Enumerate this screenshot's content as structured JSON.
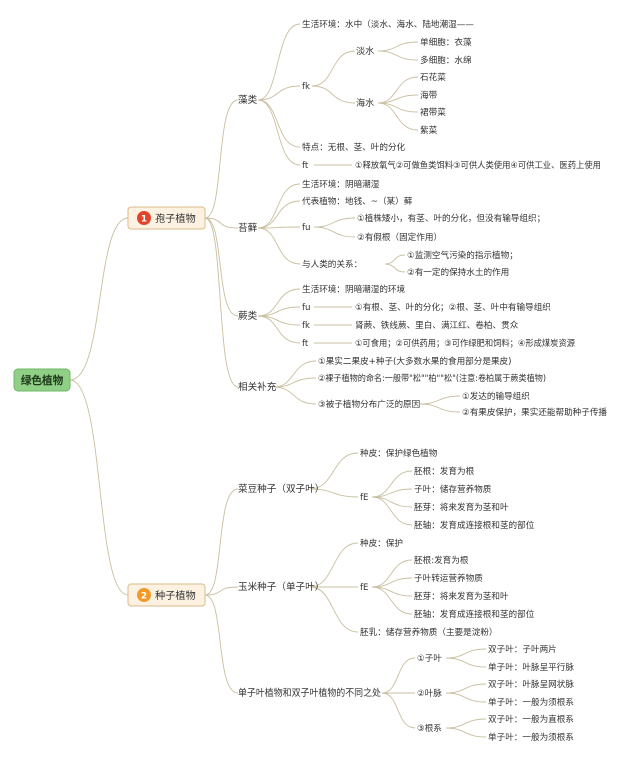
{
  "colors": {
    "root_fill": "#8fcf86",
    "category_fill": "#fdf2e2",
    "badge_spore": "#e2432a",
    "badge_seed": "#f29a28",
    "connector": "#c9bfa0"
  },
  "root": {
    "label": "绿色植物"
  },
  "spore": {
    "number": "1",
    "label": "孢子植物",
    "algae": {
      "label": "藻类",
      "env": "生活环境：水中（淡水、海水、陆地潮湿——",
      "fk": "fk",
      "fresh": {
        "label": "淡水",
        "items": [
          "单细胞：衣藻",
          "多细胞：水绵"
        ]
      },
      "sea": {
        "label": "海水",
        "items": [
          "石花菜",
          "海带",
          "裙带菜",
          "紫菜"
        ]
      },
      "trait": "特点：无根、茎、叶的分化",
      "ft": "ft",
      "ft_text": "①释放氧气②可做鱼类饵料③可供人类使用④可供工业、医药上使用"
    },
    "moss": {
      "label": "苔藓",
      "env": "生活环境：阴暗潮湿",
      "rep": "代表植物：地钱、~（某）藓",
      "fu": "fu",
      "fu_items": [
        "①植株矮小，有茎、叶的分化，但没有输导组织；",
        "②有假根（固定作用）"
      ],
      "rel": "与人类的关系：",
      "rel_items": [
        "①监测空气污染的指示植物；",
        "②有一定的保持水土的作用"
      ]
    },
    "fern": {
      "label": "蕨类",
      "env": "生活环境：阴暗潮湿的环境",
      "fu": "fu",
      "fu_text": "①有根、茎、叶的分化；②根、茎、叶中有输导组织",
      "fk": "fk",
      "fk_text": "肾蕨、铁线蕨、里白、满江红、卷柏、贯众",
      "ft": "ft",
      "ft_text": "①可食用；②可供药用；③可作绿肥和饲料；④形成煤炭资源"
    },
    "extra": {
      "label": "相关补充",
      "items": [
        "①果实二果皮+种子(大多数水果的食用部分是果皮)",
        "②裸子植物的命名:一般带\"松\"\"柏\"\"松\"(注意:卷柏属于蕨类植物)",
        "③被子植物分布广泛的原因"
      ],
      "reasons": [
        "①发达的输导组织",
        "②有果皮保护，果实还能帮助种子传播"
      ]
    }
  },
  "seed": {
    "number": "2",
    "label": "种子植物",
    "bean": {
      "label": "菜豆种子（双子叶）",
      "coat": "种皮：保护绿色植物",
      "fe": "fE",
      "parts": [
        "胚根：发育为根",
        "子叶：储存营养物质",
        "胚芽：将来发育为茎和叶",
        "胚轴：发育成连接根和茎的部位"
      ]
    },
    "corn": {
      "label": "玉米种子（单子叶）",
      "coat": "种皮：保护",
      "fe": "fE",
      "parts": [
        "胚根:发育为根",
        "子叶转运营养物质",
        "胚芽：将来发育为茎和叶",
        "胚轴：发育成连接根和茎的部位"
      ],
      "endo": "胚乳：储存营养物质（主要是淀粉）"
    },
    "diff": {
      "label": "单子叶植物和双子叶植物的不同之处",
      "groups": [
        {
          "label": "①子叶",
          "items": [
            "双子叶：子叶两片",
            "单子叶：叶脉呈平行脉"
          ]
        },
        {
          "label": "②叶脉",
          "items": [
            "双子叶：叶脉呈网状脉",
            "单子叶：一般为须根系"
          ]
        },
        {
          "label": "③根系",
          "items": [
            "双子叶：一般为直根系",
            "单子叶：一般为须根系"
          ]
        }
      ]
    }
  }
}
